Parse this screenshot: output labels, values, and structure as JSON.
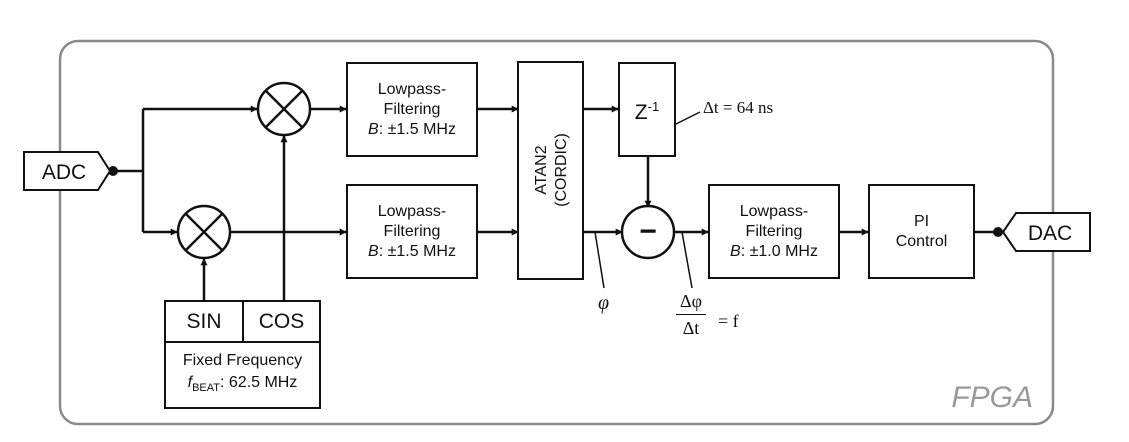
{
  "diagram": {
    "container_label": "FPGA",
    "input_port": "ADC",
    "output_port": "DAC",
    "filter_top": {
      "line1": "Lowpass-",
      "line2": "Filtering",
      "bw_label": "B",
      "bw_value": ": ±1.5 MHz"
    },
    "filter_bottom": {
      "line1": "Lowpass-",
      "line2": "Filtering",
      "bw_label": "B",
      "bw_value": ": ±1.5 MHz"
    },
    "filter_right": {
      "line1": "Lowpass-",
      "line2": "Filtering",
      "bw_label": "B",
      "bw_value": ": ±1.0 MHz"
    },
    "atan": {
      "line1": "ATAN2",
      "line2": "(CORDIC)"
    },
    "delay": {
      "base": "Z",
      "exp": "-1"
    },
    "delta_t_note": "Δt = 64 ns",
    "phi_label": "φ",
    "freq_eq": {
      "num": "Δφ",
      "den": "Δt",
      "rhs": "= f"
    },
    "subtract_symbol": "−",
    "pi_control": {
      "line1": "PI",
      "line2": "Control"
    },
    "oscillator": {
      "sin": "SIN",
      "cos": "COS",
      "title": "Fixed Frequency",
      "f_symbol": "f",
      "f_sub": "BEAT",
      "f_value": ": 62.5 MHz"
    }
  }
}
